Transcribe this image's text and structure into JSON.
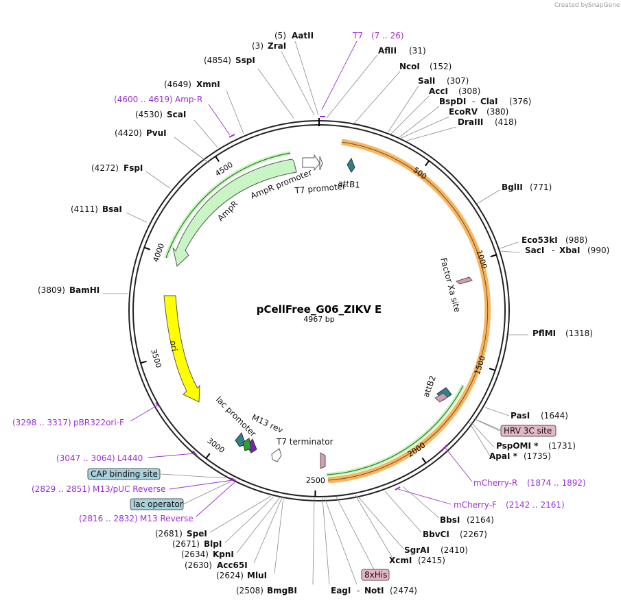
{
  "branding": {
    "text": "Created by",
    "brand": "SnapGene"
  },
  "plasmid": {
    "name": "pCellFree_G06_ZIKV E",
    "length_label": "4967 bp"
  },
  "ring_ticks": [
    "500",
    "1000",
    "1500",
    "2000",
    "2500",
    "3000",
    "3500",
    "4000",
    "4500"
  ],
  "enzymes": [
    {
      "pos": "(5)",
      "name": "AatII"
    },
    {
      "pos": "(3)",
      "name": "ZraI"
    },
    {
      "pos": "(4854)",
      "name": "SspI"
    },
    {
      "pos": "(4649)",
      "name": "XmnI"
    },
    {
      "pos": "(4530)",
      "name": "ScaI"
    },
    {
      "pos": "(4420)",
      "name": "PvuI"
    },
    {
      "pos": "(4272)",
      "name": "FspI"
    },
    {
      "pos": "(4111)",
      "name": "BsaI"
    },
    {
      "pos": "(3809)",
      "name": "BamHI"
    },
    {
      "pos": "(31)",
      "name": "AflII"
    },
    {
      "pos": "(152)",
      "name": "NcoI"
    },
    {
      "pos": "(307)",
      "name": "SalI"
    },
    {
      "pos": "(308)",
      "name": "AccI"
    },
    {
      "pos": "(376)",
      "name": "BspDI",
      "alt": "ClaI"
    },
    {
      "pos": "(380)",
      "name": "EcoRV"
    },
    {
      "pos": "(418)",
      "name": "DraIII"
    },
    {
      "pos": "(771)",
      "name": "BglII"
    },
    {
      "pos": "(988)",
      "name": "Eco53kI"
    },
    {
      "pos": "(990)",
      "name": "SacI",
      "alt": "XbaI"
    },
    {
      "pos": "(1318)",
      "name": "PflMI"
    },
    {
      "pos": "(1644)",
      "name": "PasI"
    },
    {
      "pos": "(1731)",
      "name": "PspOMI *"
    },
    {
      "pos": "(1735)",
      "name": "ApaI *"
    },
    {
      "pos": "(2164)",
      "name": "BbsI"
    },
    {
      "pos": "(2267)",
      "name": "BbvCI"
    },
    {
      "pos": "(2410)",
      "name": "SgrAI"
    },
    {
      "pos": "(2415)",
      "name": "XcmI"
    },
    {
      "pos": "(2474)",
      "name": "EagI",
      "alt": "NotI"
    },
    {
      "pos": "(2508)",
      "name": "BmgBI"
    },
    {
      "pos": "(2624)",
      "name": "MluI"
    },
    {
      "pos": "(2630)",
      "name": "Acc65I"
    },
    {
      "pos": "(2634)",
      "name": "KpnI"
    },
    {
      "pos": "(2671)",
      "name": "BlpI"
    },
    {
      "pos": "(2681)",
      "name": "SpeI"
    }
  ],
  "primers": [
    {
      "name": "T7",
      "range": "(7 .. 26)"
    },
    {
      "name": "Amp-R",
      "range": "(4600 .. 4619)"
    },
    {
      "name": "pBR322ori-F",
      "range": "(3298 .. 3317)"
    },
    {
      "name": "L4440",
      "range": "(3047 .. 3064)"
    },
    {
      "name": "M13/pUC Reverse",
      "range": "(2829 .. 2851)"
    },
    {
      "name": "M13 Reverse",
      "range": "(2816 .. 2832)"
    },
    {
      "name": "mCherry-R",
      "range": "(1874 .. 1892)"
    },
    {
      "name": "mCherry-F",
      "range": "(2142 .. 2161)"
    }
  ],
  "boxed_features": {
    "cap_binding_site": "CAP binding site",
    "lac_operator": "lac operator",
    "hrv_3c_site": "HRV 3C site",
    "his_tag": "8xHis"
  },
  "features": {
    "ampr": "AmpR",
    "ampr_promoter": "AmpR promoter",
    "t7_promoter": "T7 promoter",
    "attb1": "attB1",
    "attb2": "attB2",
    "factor_xa": "Factor Xa site",
    "ori": "ori",
    "lac_promoter": "lac promoter",
    "m13_rev": "M13 rev",
    "t7_terminator": "T7 terminator"
  },
  "colors": {
    "primer": "#9b2fd3",
    "cds_orange": "#f5b663",
    "ampr_green": "#c9f5c4",
    "ori_yellow": "#ffff00",
    "att_teal": "#2f7f8f",
    "feature_pink": "#d59bb0",
    "box_blue": "#a9d1dc",
    "box_pink": "#e3b7c6"
  }
}
